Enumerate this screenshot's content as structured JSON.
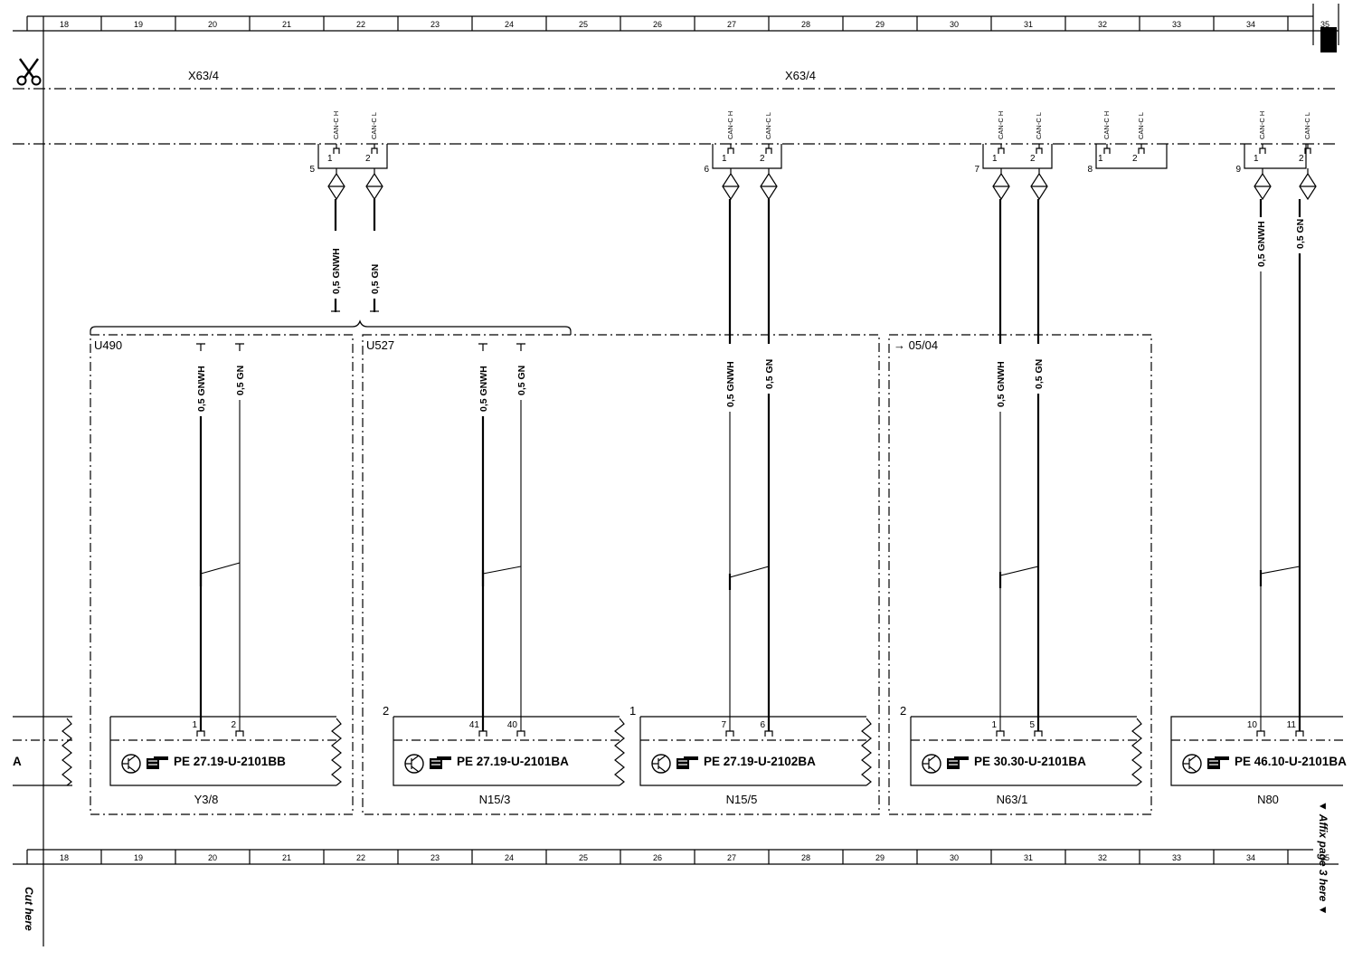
{
  "ruler": {
    "columns": [
      "18",
      "19",
      "20",
      "21",
      "22",
      "23",
      "24",
      "25",
      "26",
      "27",
      "28",
      "29",
      "30",
      "31",
      "32",
      "33",
      "34",
      "35"
    ]
  },
  "bus": {
    "left_label": "X63/4",
    "right_label": "X63/4"
  },
  "signal_labels": {
    "can_h": "CAN-C H",
    "can_l": "CAN-C L"
  },
  "connectors": [
    {
      "number": "5",
      "pin_a": "1",
      "pin_b": "2"
    },
    {
      "number": "6",
      "pin_a": "1",
      "pin_b": "2"
    },
    {
      "number": "7",
      "pin_a": "1",
      "pin_b": "2"
    },
    {
      "number": "8",
      "pin_a": "1",
      "pin_b": "2"
    },
    {
      "number": "9",
      "pin_a": "1",
      "pin_b": "2"
    }
  ],
  "wire_labels": {
    "can_h": "0,5 GNWH",
    "can_l": "0,5 GN"
  },
  "groups": [
    {
      "label": "U490"
    },
    {
      "label": "U527"
    },
    {
      "label": "→ 05/04"
    }
  ],
  "modules": [
    {
      "left_ref": "",
      "pin_h": "",
      "pin_l": "",
      "pe_text": "A",
      "name": ""
    },
    {
      "left_ref": "",
      "pin_h": "1",
      "pin_l": "2",
      "pe_text": "PE 27.19-U-2101BB",
      "name": "Y3/8"
    },
    {
      "left_ref": "2",
      "pin_h": "41",
      "pin_l": "40",
      "pe_text": "PE 27.19-U-2101BA",
      "name": "N15/3"
    },
    {
      "left_ref": "1",
      "pin_h": "7",
      "pin_l": "6",
      "pe_text": "PE 27.19-U-2102BA",
      "name": "N15/5"
    },
    {
      "left_ref": "2",
      "pin_h": "1",
      "pin_l": "5",
      "pe_text": "PE 30.30-U-2101BA",
      "name": "N63/1"
    },
    {
      "left_ref": "",
      "pin_h": "10",
      "pin_l": "11",
      "pe_text": "PE 46.10-U-2101BA",
      "name": "N80"
    }
  ],
  "margin_notes": {
    "affix": "▼ Affix page 3 here ▼",
    "cut": "Cut here"
  },
  "colors": {
    "ink": "#000000",
    "paper": "#ffffff"
  }
}
